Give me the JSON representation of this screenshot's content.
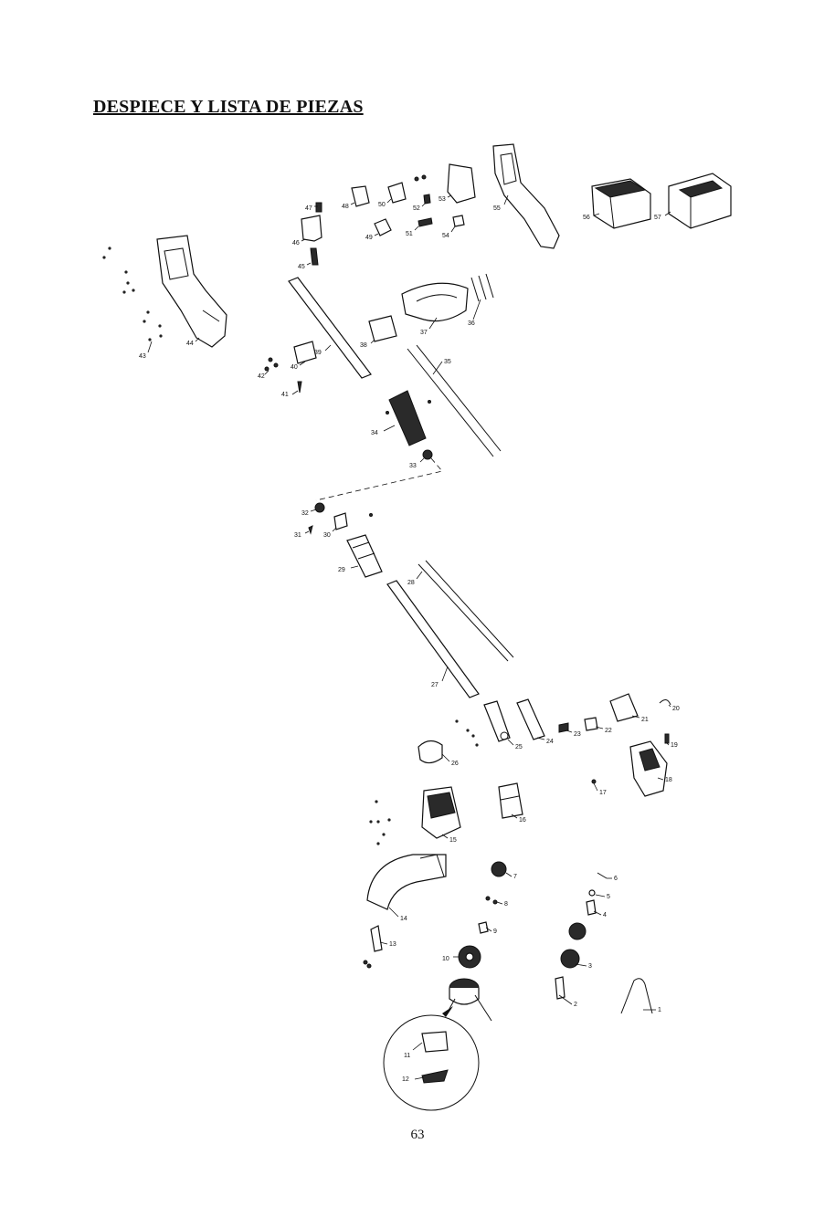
{
  "title": "DESPIECE Y LISTA DE PIEZAS",
  "page_number": "63",
  "callouts": [
    "1",
    "2",
    "3",
    "4",
    "5",
    "6",
    "7",
    "8",
    "9",
    "10",
    "11",
    "12",
    "13",
    "14",
    "15",
    "16",
    "17",
    "18",
    "19",
    "20",
    "21",
    "22",
    "23",
    "24",
    "25",
    "26",
    "27",
    "28",
    "29",
    "30",
    "31",
    "32",
    "33",
    "34",
    "35",
    "36",
    "37",
    "38",
    "39",
    "40",
    "41",
    "42",
    "43",
    "44",
    "45",
    "46",
    "47",
    "48",
    "49",
    "50",
    "51",
    "52",
    "53",
    "54",
    "55",
    "56",
    "57"
  ]
}
